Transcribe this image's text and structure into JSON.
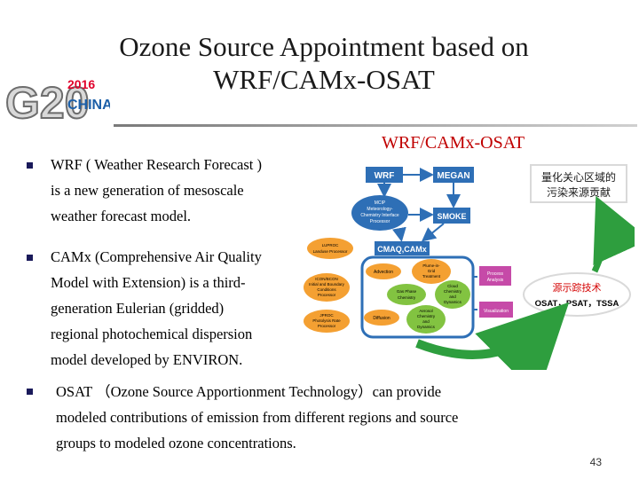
{
  "slide": {
    "title_line1": "Ozone Source Appointment based on",
    "title_line2": "WRF/CAMx-OSAT",
    "slide_number": "43"
  },
  "logo": {
    "text_g20": "G20",
    "text_year": "2016",
    "text_china": "CHINA"
  },
  "diagram": {
    "title": "WRF/CAMx-OSAT",
    "wrf": "WRF",
    "megan": "MEGAN",
    "mcip_1": "MCIP",
    "mcip_2": "Meteorology-",
    "mcip_3": "Chemistry Interface",
    "mcip_4": "Processor",
    "smoke": "SMOKE",
    "cmaq_camx": "CMAQ,CAMx",
    "landuse_1": "LUPROC",
    "landuse_2": "Landuse Processor",
    "icbc_1": "ICON/BCON",
    "icbc_2": "Initial and Boundary",
    "icbc_3": "Conditions",
    "icbc_4": "Processor",
    "jproc_1": "JPROC",
    "jproc_2": "Photolysis Rate",
    "jproc_3": "Processor",
    "advection": "Advection",
    "plume_1": "Plume-in-",
    "plume_2": "Grid",
    "plume_3": "Treatment",
    "gas_1": "Gas Phase",
    "gas_2": "Chemistry",
    "cloud_1": "Cloud",
    "cloud_2": "Chemistry",
    "cloud_3": "and",
    "cloud_4": "Dynamics",
    "aerosol_1": "Aerosol",
    "aerosol_2": "Chemistry",
    "aerosol_3": "and",
    "aerosol_4": "Dynamics",
    "diffusion": "Diffusion",
    "process_1": "Process",
    "process_2": "Analysis",
    "visualization": "Visualization",
    "target_1": "量化关心区域的",
    "target_2": "污染来源贡献",
    "tracking_1": "源示踪技术",
    "tracking_2": "OSAT，PSAT，TSSA"
  },
  "bullets": {
    "wrf_1": "WRF ( Weather Research Forecast )",
    "wrf_2": "is a new generation of mesoscale",
    "wrf_3": "weather forecast model.",
    "camx_1": "CAMx (Comprehensive Air Quality",
    "camx_2": "Model with Extension) is a third-",
    "camx_3": "generation  Eulerian (gridded)",
    "camx_4": "regional photochemical dispersion",
    "camx_5": "model developed by ENVIRON.",
    "osat_1": "OSAT （Ozone Source Apportionment Technology）can provide",
    "osat_2": "modeled contributions of emission from different regions and source",
    "osat_3": "groups to modeled ozone concentrations."
  },
  "colors": {
    "blue_box": "#2e6fb6",
    "purple_box": "#c64aa8",
    "orange_oval": "#f4a032",
    "green_oval": "#82c341",
    "title_red": "#c00000",
    "target_red": "#d40000",
    "arrow_green": "#2e9e3e",
    "arrow_blue": "#2e6fb6"
  }
}
